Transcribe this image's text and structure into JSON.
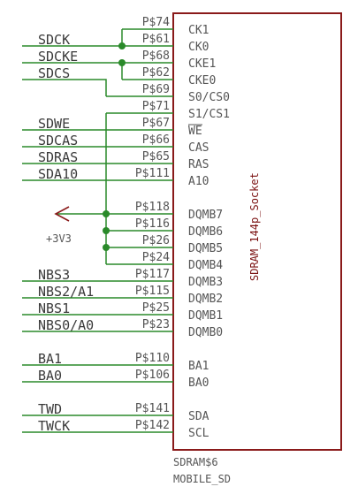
{
  "component": {
    "part": "SDRAM_144p_Socket",
    "name": "SDRAM$6",
    "value": "MOBILE_SD"
  },
  "power": {
    "label": "+3V3"
  },
  "pins": [
    {
      "name": "CK1",
      "pad": "P$74"
    },
    {
      "name": "CK0",
      "pad": "P$61"
    },
    {
      "name": "CKE1",
      "pad": "P$68"
    },
    {
      "name": "CKE0",
      "pad": "P$62"
    },
    {
      "name": "S0/CS0",
      "pad": "P$69"
    },
    {
      "name": "S1/CS1",
      "pad": "P$71"
    },
    {
      "name": "WE",
      "pad": "P$67"
    },
    {
      "name": "CAS",
      "pad": "P$66"
    },
    {
      "name": "RAS",
      "pad": "P$65"
    },
    {
      "name": "A10",
      "pad": "P$111"
    },
    {
      "name": "DQMB7",
      "pad": "P$118"
    },
    {
      "name": "DQMB6",
      "pad": "P$116"
    },
    {
      "name": "DQMB5",
      "pad": "P$26"
    },
    {
      "name": "DQMB4",
      "pad": "P$24"
    },
    {
      "name": "DQMB3",
      "pad": "P$117"
    },
    {
      "name": "DQMB2",
      "pad": "P$115"
    },
    {
      "name": "DQMB1",
      "pad": "P$25"
    },
    {
      "name": "DQMB0",
      "pad": "P$23"
    },
    {
      "name": "BA1",
      "pad": "P$110"
    },
    {
      "name": "BA0",
      "pad": "P$106"
    },
    {
      "name": "SDA",
      "pad": "P$141"
    },
    {
      "name": "SCL",
      "pad": "P$142"
    }
  ],
  "nets": [
    "SDCK",
    "SDCKE",
    "SDCS",
    "SDWE",
    "SDCAS",
    "SDRAS",
    "SDA10",
    "NBS3",
    "NBS2/A1",
    "NBS1",
    "NBS0/A0",
    "BA1",
    "BA0",
    "TWD",
    "TWCK"
  ],
  "colors": {
    "wire": "#2a8a2a",
    "body": "#8a1a1a",
    "text": "#555555"
  }
}
